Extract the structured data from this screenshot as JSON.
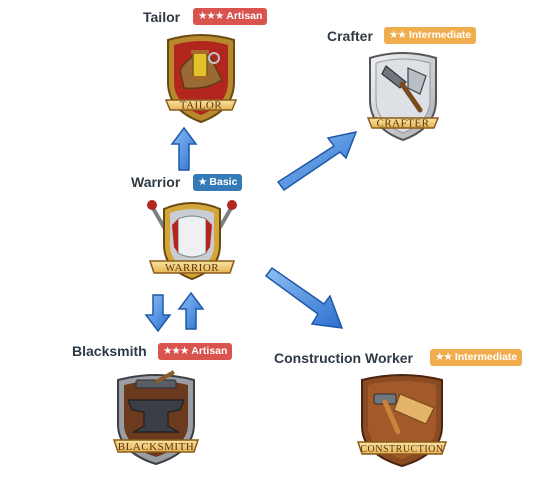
{
  "nodes": {
    "tailor": {
      "title": "Tailor",
      "badge_stars": "★★★",
      "badge_label": "Artisan",
      "banner": "TAILOR"
    },
    "crafter": {
      "title": "Crafter",
      "badge_stars": "★★",
      "badge_label": "Intermediate",
      "banner": "CRAFTER"
    },
    "warrior": {
      "title": "Warrior",
      "badge_stars": "★",
      "badge_label": "Basic",
      "banner": "WARRIOR"
    },
    "blacksmith": {
      "title": "Blacksmith",
      "badge_stars": "★★★",
      "badge_label": "Artisan",
      "banner": "BLACKSMITH"
    },
    "construction": {
      "title": "Construction Worker",
      "badge_stars": "★★",
      "badge_label": "Intermediate",
      "banner": "CONSTRUCTION"
    }
  },
  "colors": {
    "artisan": "#d9534f",
    "intermediate": "#f0ad4e",
    "basic": "#337ab7",
    "arrow": "#3b7fd6"
  }
}
